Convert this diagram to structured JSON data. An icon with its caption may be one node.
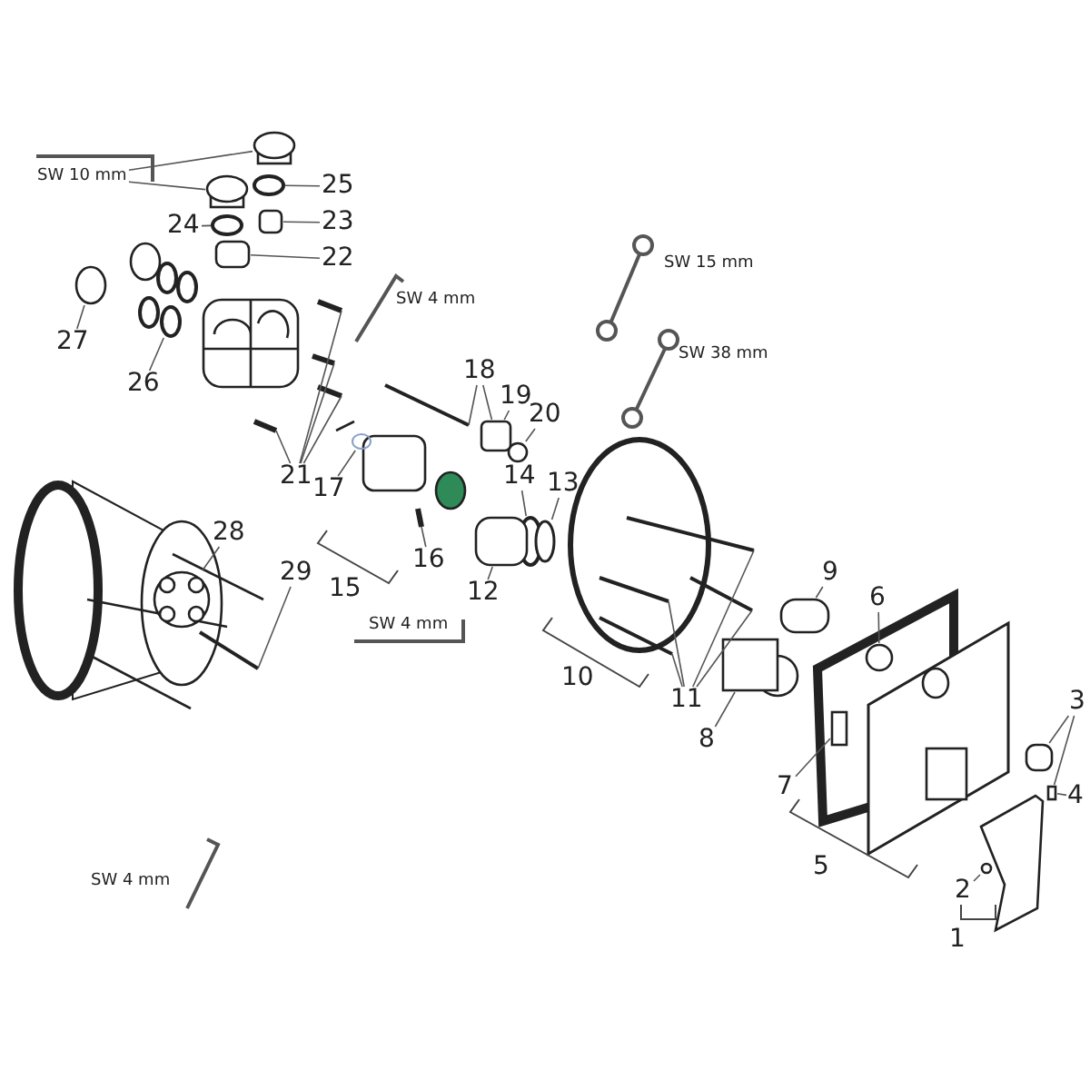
{
  "diagram": {
    "nodes": [
      {
        "text": [
          "SW 10 mm"
        ]
      },
      {
        "text": [
          "25"
        ]
      },
      {
        "text": [
          "24"
        ]
      },
      {
        "text": [
          "23"
        ]
      },
      {
        "text": [
          "22"
        ]
      },
      {
        "text": [
          "27"
        ]
      },
      {
        "text": [
          "26"
        ]
      },
      {
        "text": [
          "18"
        ]
      },
      {
        "text": [
          "19"
        ]
      },
      {
        "text": [
          "20"
        ]
      },
      {
        "text": [
          "21"
        ]
      },
      {
        "text": [
          "17"
        ]
      },
      {
        "text": [
          "14"
        ]
      },
      {
        "text": [
          "13"
        ]
      },
      {
        "text": [
          "28"
        ]
      },
      {
        "text": [
          "15"
        ]
      },
      {
        "text": [
          "16"
        ]
      },
      {
        "text": [
          "12"
        ]
      },
      {
        "text": [
          "29"
        ]
      },
      {
        "text": [
          "9"
        ]
      },
      {
        "text": [
          "6"
        ]
      },
      {
        "text": [
          "10"
        ]
      },
      {
        "text": [
          "11"
        ]
      },
      {
        "text": [
          "3"
        ]
      },
      {
        "text": [
          "8"
        ]
      },
      {
        "text": [
          "4"
        ]
      },
      {
        "text": [
          "7"
        ]
      },
      {
        "text": [
          "5"
        ]
      },
      {
        "text": [
          "2"
        ]
      },
      {
        "text": [
          "1"
        ]
      },
      {
        "text": [],
        "shape": "cylinder"
      },
      {
        "text": [],
        "shape": "cylinder"
      },
      {
        "text": [],
        "shape": "circle"
      },
      {
        "text": [],
        "shape": "circle"
      },
      {
        "text": [],
        "shape": "box"
      },
      {
        "text": [],
        "shape": "box"
      },
      {
        "text": [],
        "shape": "circle"
      },
      {
        "text": [],
        "shape": "circle"
      },
      {
        "text": [],
        "shape": "bar"
      },
      {
        "text": [],
        "shape": "box"
      },
      {
        "text": [],
        "shape": "circle"
      },
      {
        "text": [],
        "shape": "bar"
      },
      {
        "text": [],
        "shape": "bar"
      },
      {
        "text": [],
        "shape": "bar"
      },
      {
        "text": [],
        "shape": "bar"
      },
      {
        "text": [],
        "shape": "circle"
      },
      {
        "text": [],
        "shape": "circle"
      },
      {
        "text": [],
        "shape": "circle"
      },
      {
        "text": [],
        "shape": "picture"
      },
      {
        "text": [],
        "shape": "bar"
      },
      {
        "text": [],
        "shape": "box"
      },
      {
        "text": [],
        "shape": "bar"
      },
      {
        "text": [],
        "shape": "box"
      },
      {
        "text": [],
        "shape": "circle"
      },
      {
        "text": [],
        "shape": "bar"
      },
      {
        "text": [],
        "shape": "bar"
      },
      {
        "text": [],
        "shape": "bar"
      },
      {
        "text": [],
        "shape": "bar"
      },
      {
        "text": [],
        "shape": "box"
      },
      {
        "text": [],
        "shape": "box"
      },
      {
        "text": [],
        "shape": "box"
      },
      {
        "text": [],
        "shape": "box"
      },
      {
        "text": [],
        "shape": "circle"
      }
    ],
    "edges": [
      {
        "from": 0,
        "to": 30,
        "arrow": "none"
      },
      {
        "from": 0,
        "to": 31,
        "arrow": "none"
      },
      {
        "from": 1,
        "to": 32,
        "arrow": "none"
      },
      {
        "from": 2,
        "to": 33,
        "arrow": "none"
      },
      {
        "from": 3,
        "to": 34,
        "arrow": "none"
      },
      {
        "from": 4,
        "to": 35,
        "arrow": "none"
      },
      {
        "from": 5,
        "to": 36,
        "arrow": "none"
      },
      {
        "from": 6,
        "to": 37,
        "arrow": "none"
      },
      {
        "from": 7,
        "to": 38,
        "arrow": "none"
      },
      {
        "from": 7,
        "to": 39,
        "arrow": "none"
      },
      {
        "from": 8,
        "to": 39,
        "arrow": "none"
      },
      {
        "from": 9,
        "to": 40,
        "arrow": "none"
      },
      {
        "from": 10,
        "to": 41,
        "arrow": "none"
      },
      {
        "from": 10,
        "to": 42,
        "arrow": "none"
      },
      {
        "from": 10,
        "to": 43,
        "arrow": "none"
      },
      {
        "from": 10,
        "to": 44,
        "arrow": "none"
      },
      {
        "from": 11,
        "to": 45,
        "arrow": "none"
      },
      {
        "from": 12,
        "to": 46,
        "arrow": "none"
      },
      {
        "from": 13,
        "to": 47,
        "arrow": "none"
      },
      {
        "from": 14,
        "to": 48,
        "arrow": "none"
      },
      {
        "from": 16,
        "to": 49,
        "arrow": "none"
      },
      {
        "from": 17,
        "to": 50,
        "arrow": "none"
      },
      {
        "from": 18,
        "to": 51,
        "arrow": "none"
      },
      {
        "from": 19,
        "to": 52,
        "arrow": "none"
      },
      {
        "from": 20,
        "to": 53,
        "arrow": "none"
      },
      {
        "from": 22,
        "to": 54,
        "arrow": "none"
      },
      {
        "from": 22,
        "to": 55,
        "arrow": "none"
      },
      {
        "from": 22,
        "to": 56,
        "arrow": "none"
      },
      {
        "from": 22,
        "to": 57,
        "arrow": "none"
      },
      {
        "from": 23,
        "to": 58,
        "arrow": "none"
      },
      {
        "from": 23,
        "to": 59,
        "arrow": "none"
      },
      {
        "from": 24,
        "to": 60,
        "arrow": "none"
      },
      {
        "from": 25,
        "to": 59,
        "arrow": "none"
      },
      {
        "from": 26,
        "to": 61,
        "arrow": "none"
      },
      {
        "from": 28,
        "to": 62,
        "arrow": "none"
      }
    ],
    "labels": [
      "SW 4 mm",
      "SW 15 mm",
      "SW 38 mm",
      "SW 4 mm",
      "SW 4 mm"
    ]
  }
}
